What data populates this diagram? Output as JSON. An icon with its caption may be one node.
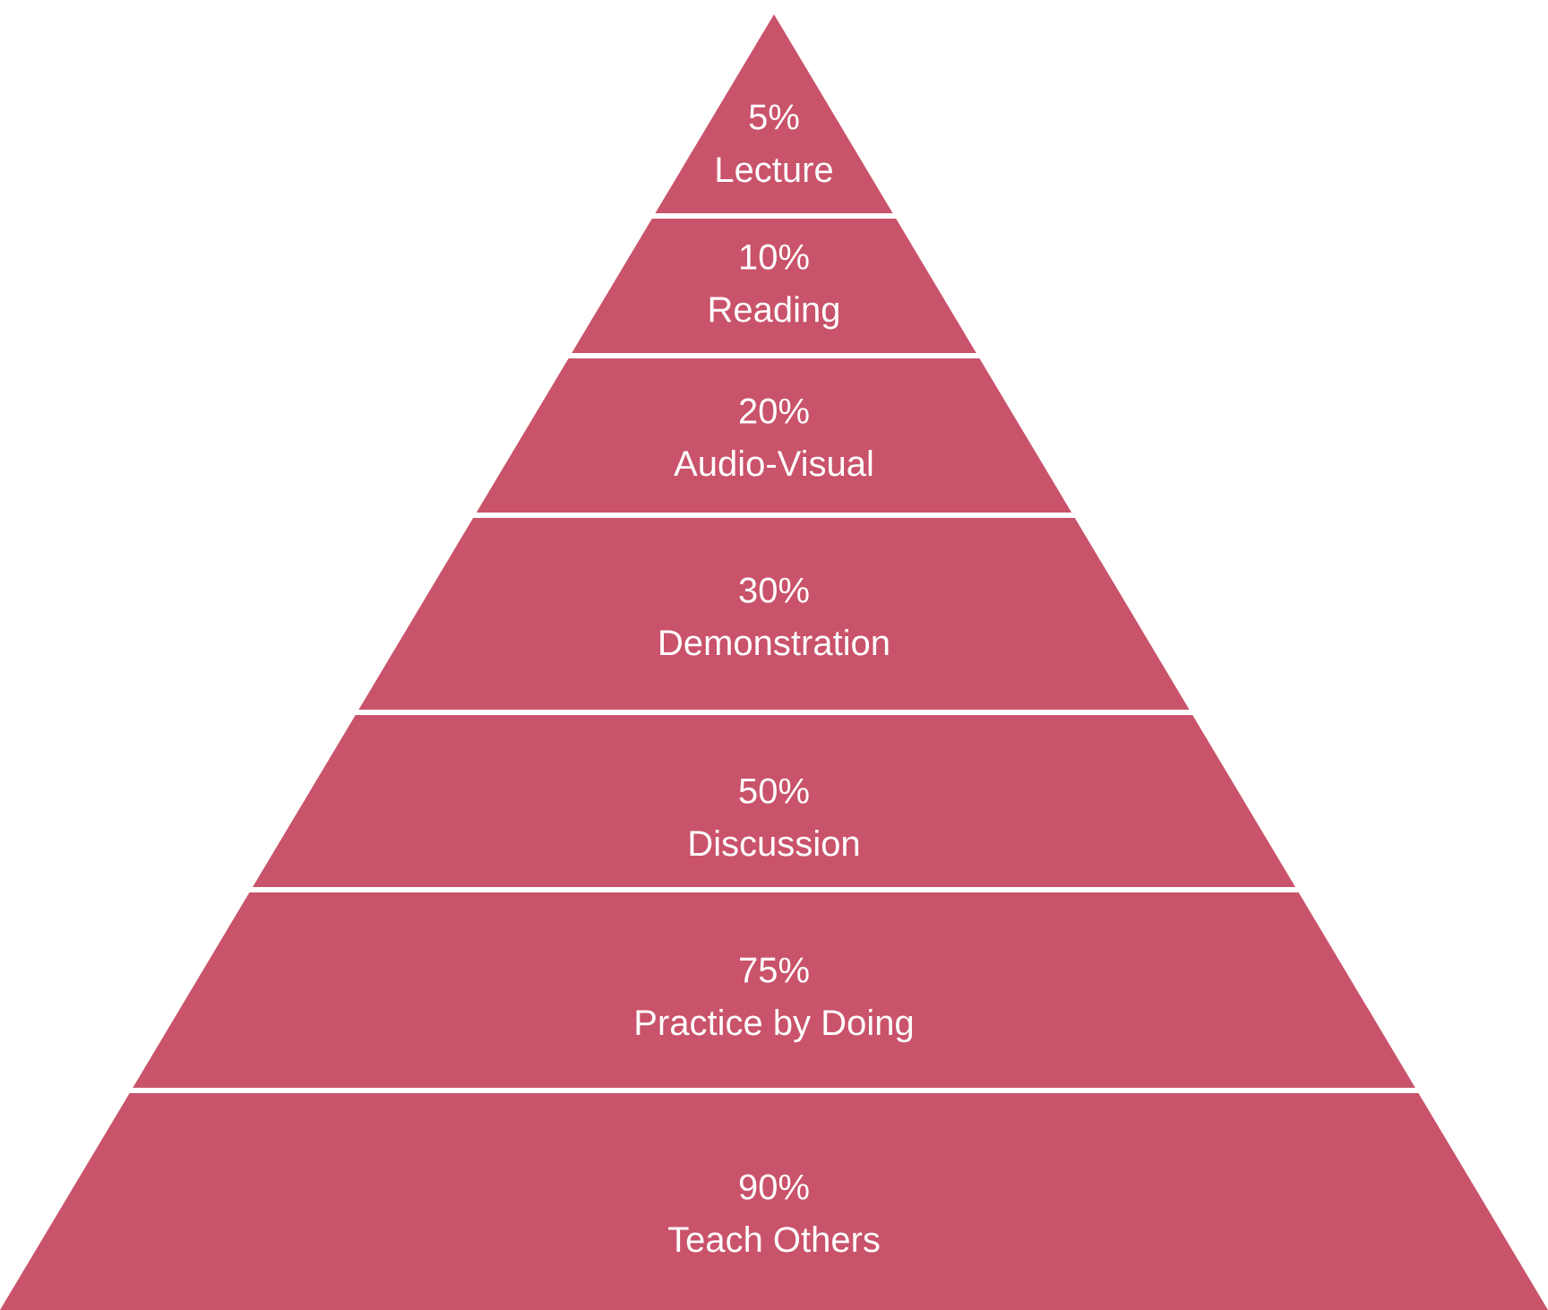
{
  "diagram": {
    "nodes": [
      {
        "text": [
          "5%",
          "Lecture"
        ]
      },
      {
        "text": [
          "10%",
          "Reading"
        ]
      },
      {
        "text": [
          "20%",
          "Audio-Visual"
        ]
      },
      {
        "text": [
          "30%",
          "Demonstration"
        ]
      },
      {
        "text": [
          "50%",
          "Discussion"
        ]
      },
      {
        "text": [
          "75%",
          "Practice by Doing"
        ]
      },
      {
        "text": [
          "90%",
          "Teach Others"
        ]
      }
    ]
  }
}
